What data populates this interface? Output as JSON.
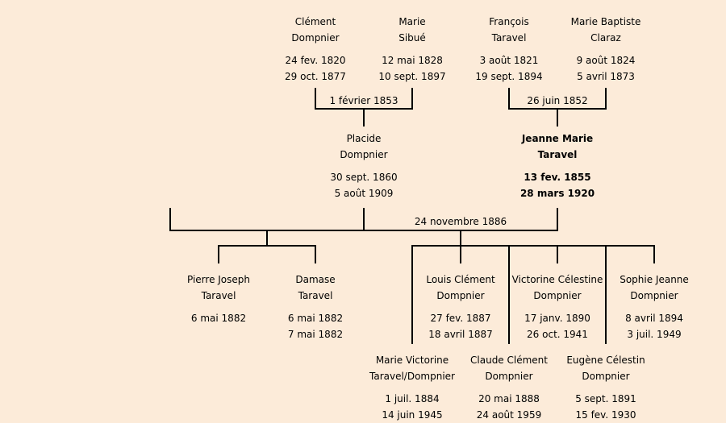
{
  "colors": {
    "background": "#fcebd9",
    "line": "#000000"
  },
  "grandparents": {
    "clement": {
      "first": "Clément",
      "last": "Dompnier",
      "birth": "24 fev. 1820",
      "death": "29 oct. 1877"
    },
    "marie_sibue": {
      "first": "Marie",
      "last": "Sibué",
      "birth": "12 mai 1828",
      "death": "10 sept. 1897"
    },
    "francois": {
      "first": "François",
      "last": "Taravel",
      "birth": "3 août 1821",
      "death": "19 sept. 1894"
    },
    "marie_baptiste": {
      "first": "Marie Baptiste",
      "last": "Claraz",
      "birth": "9 août 1824",
      "death": "5 avril 1873"
    }
  },
  "marriages": {
    "dompnier_sibue": "1 février 1853",
    "taravel_claraz": "26 juin 1852",
    "placide_jeanne": "24 novembre 1886"
  },
  "parents": {
    "placide": {
      "first": "Placide",
      "last": "Dompnier",
      "birth": "30 sept. 1860",
      "death": "5 août 1909"
    },
    "jeanne_marie": {
      "first": "Jeanne Marie",
      "last": "Taravel",
      "birth": "13 fev. 1855",
      "death": "28 mars 1920"
    }
  },
  "children": {
    "pierre_joseph": {
      "first": "Pierre Joseph",
      "last": "Taravel",
      "birth": "6 mai 1882",
      "death": ""
    },
    "damase": {
      "first": "Damase",
      "last": "Taravel",
      "birth": "6 mai 1882",
      "death": "7 mai 1882"
    },
    "louis_clement": {
      "first": "Louis Clément",
      "last": "Dompnier",
      "birth": "27 fev. 1887",
      "death": "18 avril 1887"
    },
    "victorine": {
      "first": "Victorine Célestine",
      "last": "Dompnier",
      "birth": "17 janv. 1890",
      "death": "26 oct. 1941"
    },
    "sophie_jeanne": {
      "first": "Sophie Jeanne",
      "last": "Dompnier",
      "birth": "8 avril 1894",
      "death": "3 juil. 1949"
    },
    "marie_victorine": {
      "first": "Marie Victorine",
      "last": "Taravel/Dompnier",
      "birth": "1 juil. 1884",
      "death": "14 juin 1945"
    },
    "claude_clement": {
      "first": "Claude Clément",
      "last": "Dompnier",
      "birth": "20 mai 1888",
      "death": "24 août 1959"
    },
    "eugene": {
      "first": "Eugène Célestin",
      "last": "Dompnier",
      "birth": "5 sept. 1891",
      "death": "15 fev. 1930"
    }
  }
}
